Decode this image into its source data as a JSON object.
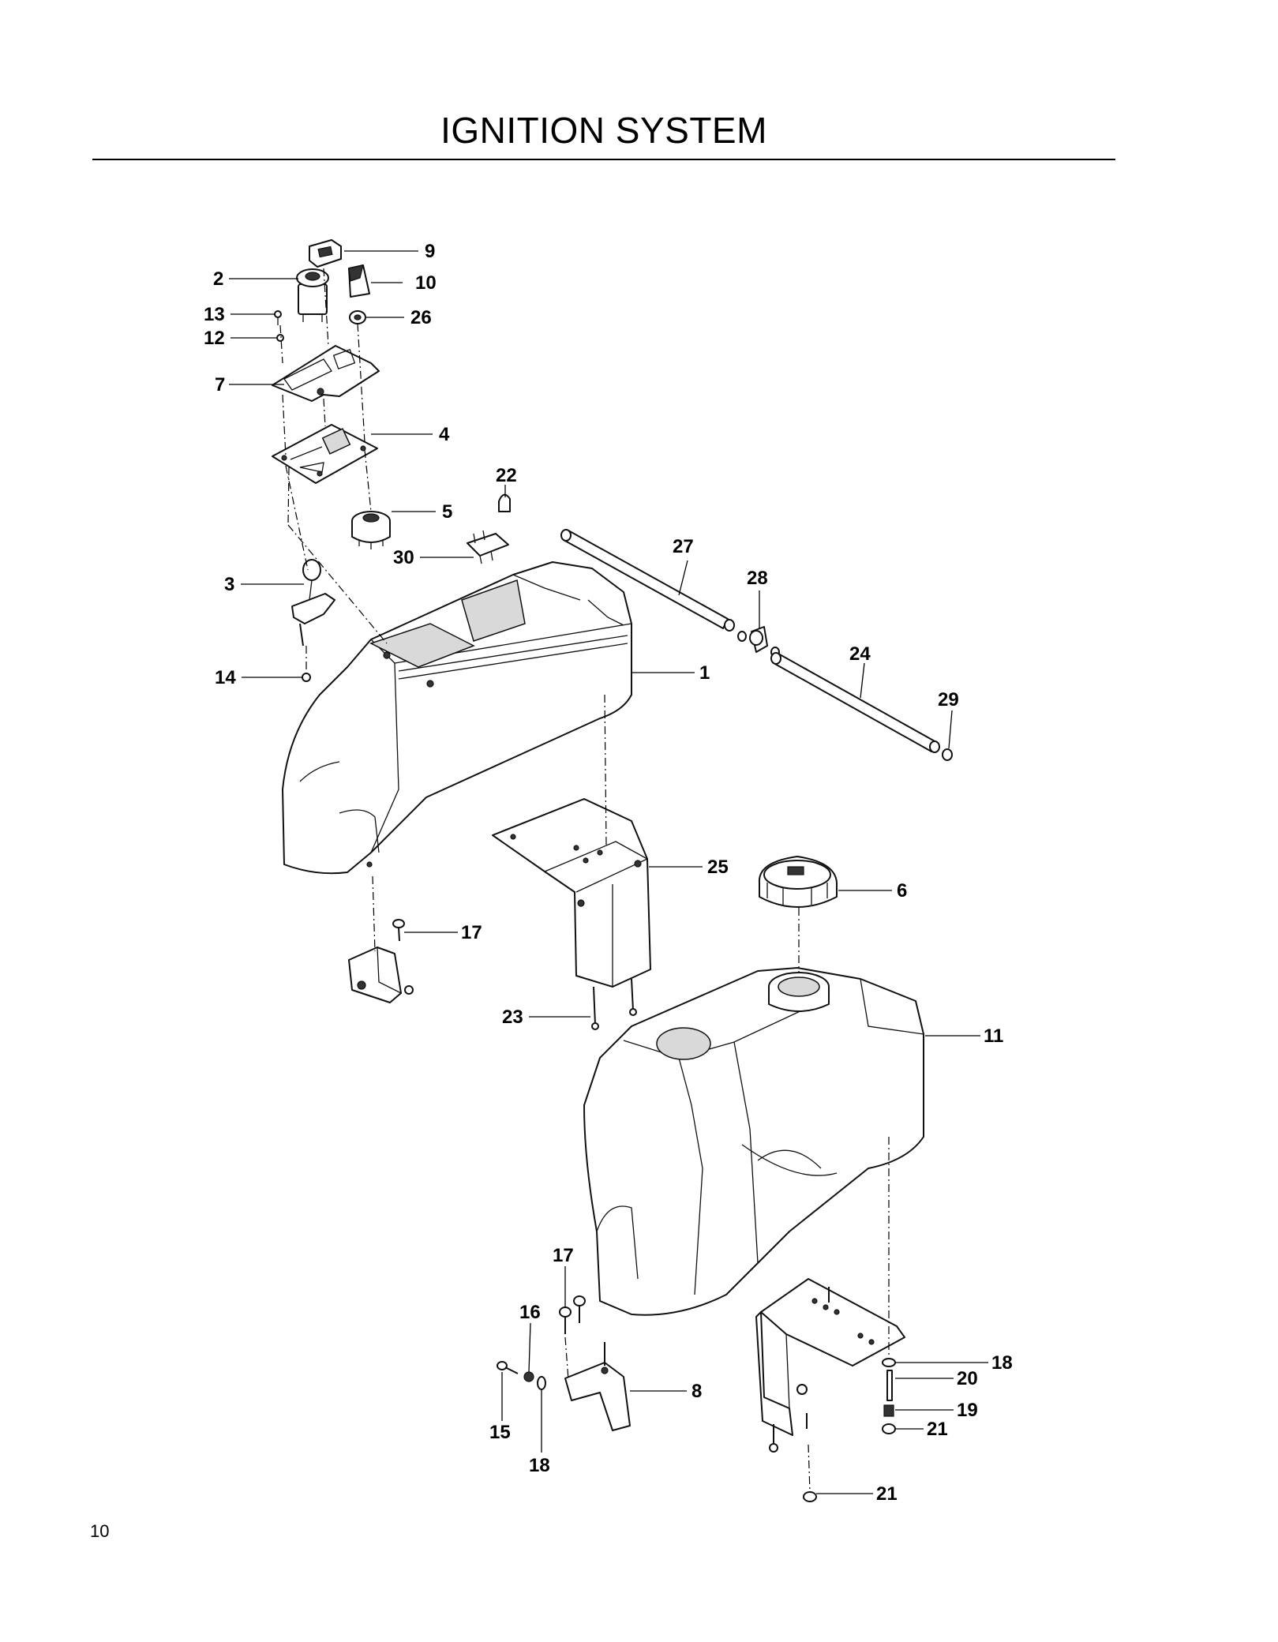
{
  "page": {
    "title": "IGNITION SYSTEM",
    "page_number": "10"
  },
  "diagram": {
    "callouts": [
      {
        "id": "c1",
        "label": "1"
      },
      {
        "id": "c2",
        "label": "2"
      },
      {
        "id": "c3",
        "label": "3"
      },
      {
        "id": "c4",
        "label": "4"
      },
      {
        "id": "c5",
        "label": "5"
      },
      {
        "id": "c6",
        "label": "6"
      },
      {
        "id": "c7",
        "label": "7"
      },
      {
        "id": "c8",
        "label": "8"
      },
      {
        "id": "c9",
        "label": "9"
      },
      {
        "id": "c10",
        "label": "10"
      },
      {
        "id": "c11",
        "label": "11"
      },
      {
        "id": "c12",
        "label": "12"
      },
      {
        "id": "c13",
        "label": "13"
      },
      {
        "id": "c14",
        "label": "14"
      },
      {
        "id": "c15",
        "label": "15"
      },
      {
        "id": "c16",
        "label": "16"
      },
      {
        "id": "c17a",
        "label": "17"
      },
      {
        "id": "c17b",
        "label": "17"
      },
      {
        "id": "c18a",
        "label": "18"
      },
      {
        "id": "c18b",
        "label": "18"
      },
      {
        "id": "c19",
        "label": "19"
      },
      {
        "id": "c20",
        "label": "20"
      },
      {
        "id": "c21a",
        "label": "21"
      },
      {
        "id": "c21b",
        "label": "21"
      },
      {
        "id": "c22",
        "label": "22"
      },
      {
        "id": "c23",
        "label": "23"
      },
      {
        "id": "c24",
        "label": "24"
      },
      {
        "id": "c25",
        "label": "25"
      },
      {
        "id": "c26",
        "label": "26"
      },
      {
        "id": "c27",
        "label": "27"
      },
      {
        "id": "c28",
        "label": "28"
      },
      {
        "id": "c29",
        "label": "29"
      },
      {
        "id": "c30",
        "label": "30"
      }
    ]
  }
}
